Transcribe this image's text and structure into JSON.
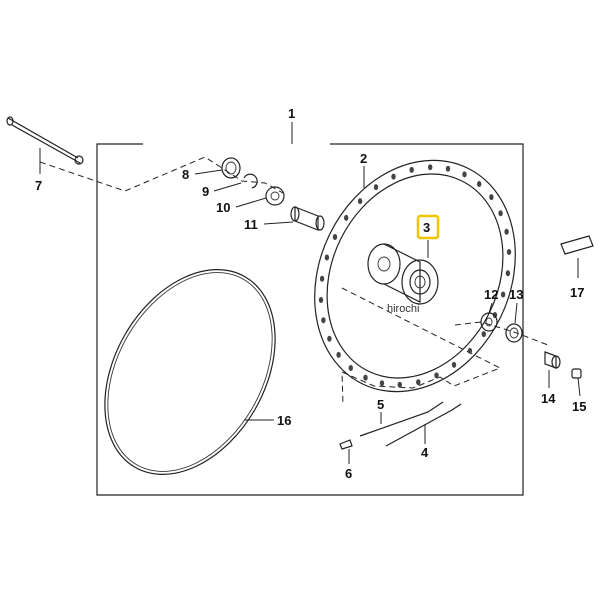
{
  "callouts": {
    "p1": "1",
    "p2": "2",
    "p3": "3",
    "p4": "4",
    "p5": "5",
    "p6": "6",
    "p7": "7",
    "p8": "8",
    "p9": "9",
    "p10": "10",
    "p11": "11",
    "p12": "12",
    "p13": "13",
    "p14": "14",
    "p15": "15",
    "p16": "16",
    "p17": "17"
  },
  "highlight": {
    "part": "3",
    "color": "#f2c500"
  },
  "watermark": "hirochi"
}
